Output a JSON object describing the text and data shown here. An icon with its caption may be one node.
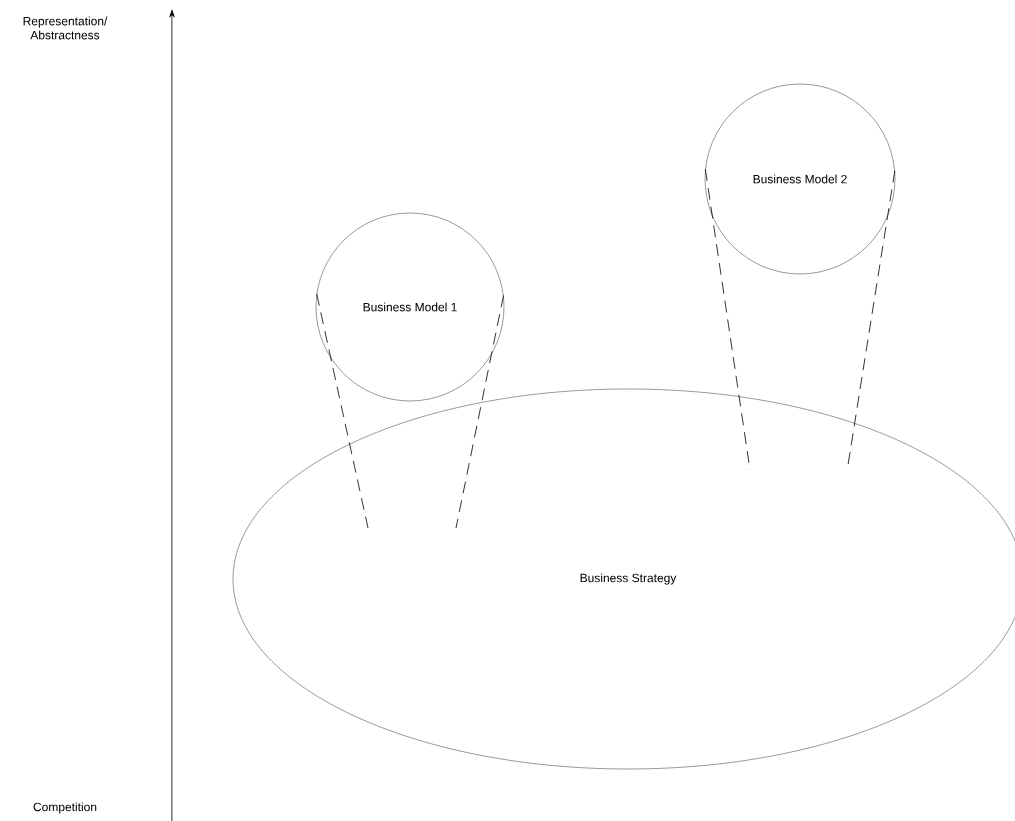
{
  "diagram": {
    "nodes": [
      {
        "text": [
          "Business Model 1"
        ]
      },
      {
        "text": [
          "Business Model 2"
        ]
      },
      {
        "text": [
          "Business Strategy"
        ]
      }
    ],
    "edges": [
      {
        "from": 0,
        "to": 2,
        "arrow": "none",
        "style": "dashed"
      },
      {
        "from": 0,
        "to": 2,
        "arrow": "none",
        "style": "dashed"
      },
      {
        "from": 1,
        "to": 2,
        "arrow": "none",
        "style": "dashed"
      },
      {
        "from": 1,
        "to": 2,
        "arrow": "none",
        "style": "dashed"
      }
    ],
    "labels": [
      "Representation/ Abstractness",
      "Competition"
    ]
  }
}
